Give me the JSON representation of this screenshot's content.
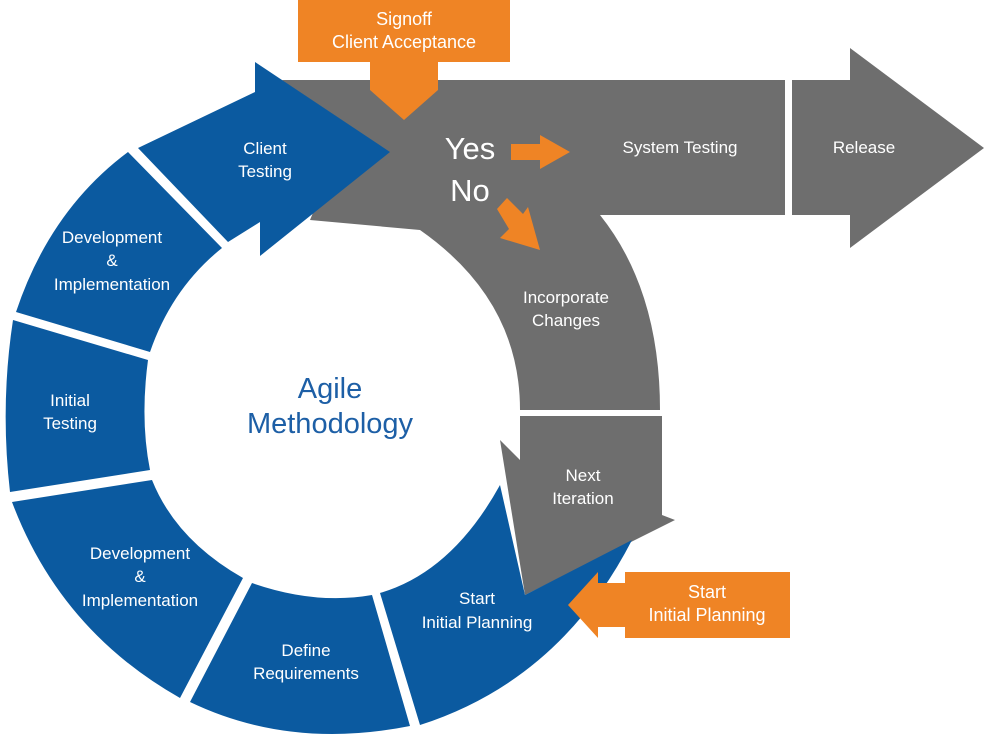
{
  "colors": {
    "blue": "#0b5aa0",
    "gray": "#6e6e6e",
    "orange": "#ef8425",
    "center_text": "#1d5fa6"
  },
  "center": {
    "line1": "Agile",
    "line2": "Methodology"
  },
  "segments": {
    "client_testing": [
      "Client",
      "Testing"
    ],
    "dev_top": [
      "Development",
      "&",
      "Implementation"
    ],
    "initial_testing": [
      "Initial",
      "Testing"
    ],
    "dev_bottom": [
      "Development",
      "&",
      "Implementation"
    ],
    "define_requirements": [
      "Define",
      "Requirements"
    ],
    "start_planning": [
      "Start",
      "Initial Planning"
    ]
  },
  "gray_path": {
    "system_testing": "System Testing",
    "release": "Release",
    "incorporate_changes": [
      "Incorporate",
      "Changes"
    ],
    "next_iteration": [
      "Next",
      "Iteration"
    ]
  },
  "decision": {
    "yes": "Yes",
    "no": "No"
  },
  "callouts": {
    "signoff": [
      "Signoff",
      "Client Acceptance"
    ],
    "start_planning": [
      "Start",
      "Initial Planning"
    ]
  }
}
